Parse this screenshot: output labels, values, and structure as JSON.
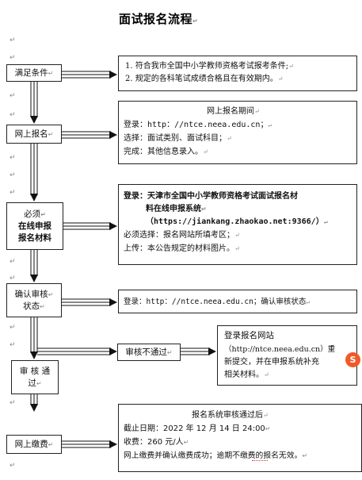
{
  "title": "面试报名流程",
  "para_mark": "↵",
  "steps": {
    "s1": "满足条件",
    "s2": "网上报名",
    "s3_l1": "必须",
    "s3_l2": "在线申报",
    "s3_l3": "报名材料",
    "s4_l1": "确认审核",
    "s4_l2": "状态",
    "s5": "审核不通过",
    "s6_l1": "审 核 通",
    "s6_l2": "过",
    "s7": "网上缴费"
  },
  "details": {
    "conditions": [
      "1.  符合我市全国中小学教师资格考试报考条件;",
      "2.  规定的各科笔试成绩合格且在有效期内。"
    ],
    "online_reg": {
      "heading": "网上报名期间",
      "login": "登录：http：//ntce.neea.edu.cn；",
      "select": "选择：面试类别、面试科目；",
      "complete": "完成：其他信息录入。"
    },
    "materials": {
      "login_l1": "登录：天津市全国中小学教师资格考试面试报名材",
      "login_l2": "料在线申报系统",
      "url": "（https://jiankang.zhaokao.net:9366/）",
      "must_select": "必须选择：报名网站所填考区；",
      "upload": "上传：本公告规定的材料图片。"
    },
    "confirm": "登录：http：//ntce.neea.edu.cn；确认审核状态",
    "resubmit": {
      "l1": "登录报名网站",
      "l2": "（http://ntce.neea.edu.cn）重",
      "l3": "新提交，并在申报系统补充",
      "l4": "相关材料。"
    },
    "payment": {
      "heading": "报名系统审核通过后",
      "deadline": "截止日期：2022 年 12 月 14 日 24:00",
      "fee": "收费：260 元/人",
      "note": "网上缴费并确认缴费成功；逾期不缴费的报名无效。"
    }
  },
  "icons": {
    "sogou": "S",
    "sogou_color": "#f05a2a"
  }
}
